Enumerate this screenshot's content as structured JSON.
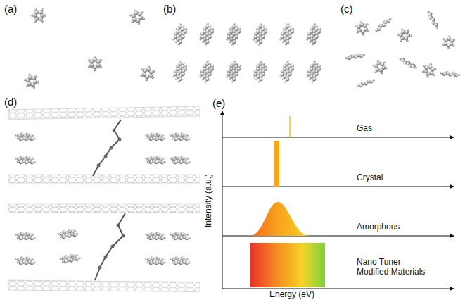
{
  "diagram": {
    "labels": [
      "(a)",
      "(b)",
      "(c)",
      "(d)",
      "(e)",
      "Gas",
      "Crystal",
      "Amorphous",
      "Nano Tuner Modified Materials",
      "Intensity (a.u.)",
      "Energy (eV)"
    ]
  }
}
